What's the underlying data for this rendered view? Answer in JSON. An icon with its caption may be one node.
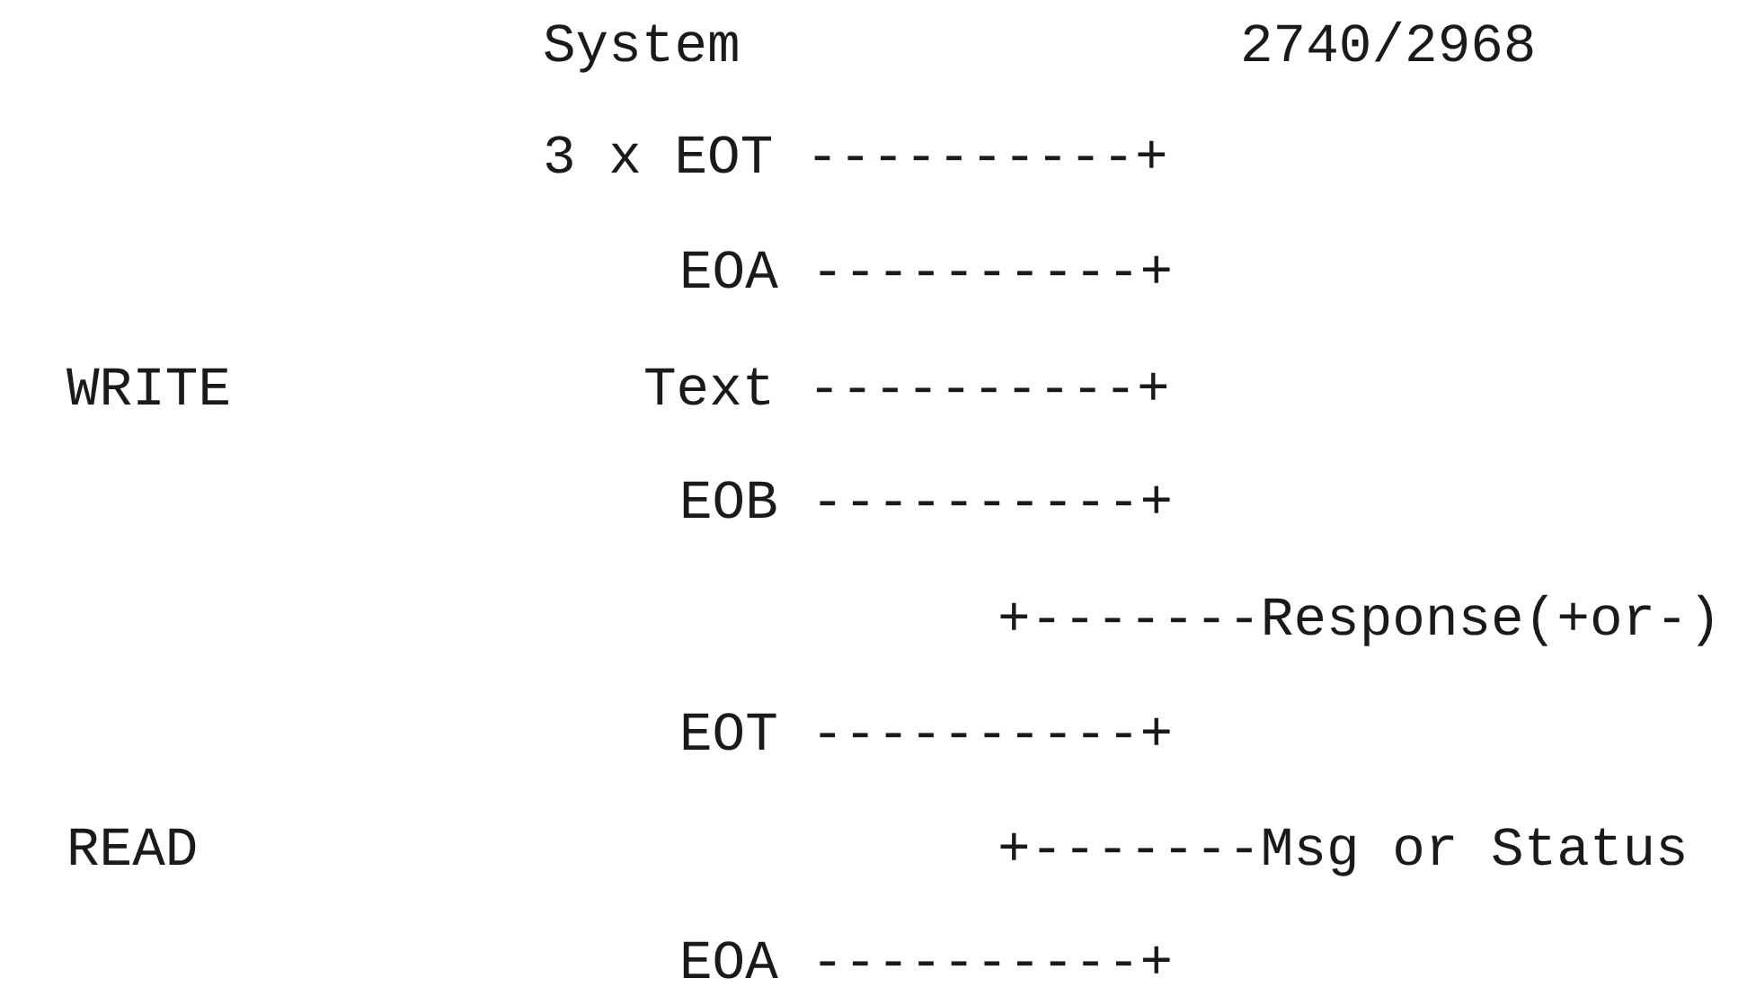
{
  "diagram": {
    "labels": [
      "System",
      "2740/2968",
      "3 x EOT ----------+",
      "EOA ----------+",
      "WRITE",
      "Text ----------+",
      "EOB ----------+",
      "+-------Response(+or-)",
      "EOT ----------+",
      "READ",
      "+-------Msg or Status",
      "EOA ----------+"
    ]
  }
}
